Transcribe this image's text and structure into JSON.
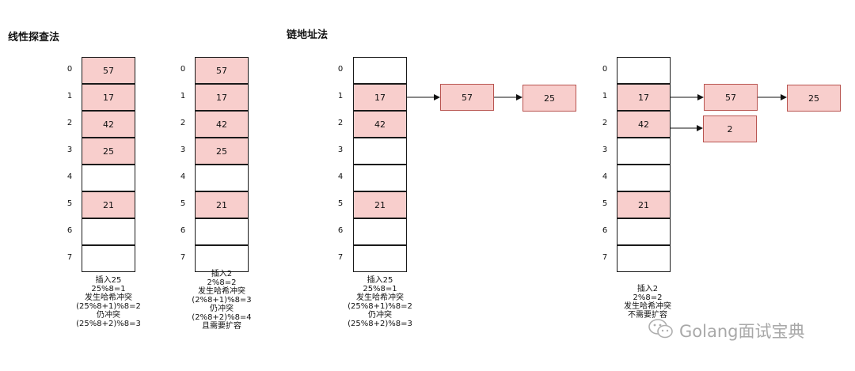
{
  "titles": {
    "linear_probing": "线性探查法",
    "chaining": "链地址法"
  },
  "indices": [
    "0",
    "1",
    "2",
    "3",
    "4",
    "5",
    "6",
    "7"
  ],
  "diagram1": {
    "cells": [
      "57",
      "17",
      "42",
      "25",
      "",
      "21",
      "",
      ""
    ]
  },
  "diagram2": {
    "cells": [
      "57",
      "17",
      "42",
      "25",
      "",
      "21",
      "",
      ""
    ]
  },
  "diagram3": {
    "cells": [
      "",
      "17",
      "42",
      "",
      "",
      "21",
      "",
      ""
    ],
    "chain_row1": [
      "57",
      "25"
    ]
  },
  "diagram4": {
    "cells": [
      "",
      "17",
      "42",
      "",
      "",
      "21",
      "",
      ""
    ],
    "chain_row1": [
      "57",
      "25"
    ],
    "chain_row2": [
      "2"
    ]
  },
  "notes": {
    "diagram1": [
      "插入25",
      "25%8=1",
      "发生哈希冲突",
      "(25%8+1)%8=2",
      "仍冲突",
      "(25%8+2)%8=3"
    ],
    "diagram2": [
      "插入2",
      "2%8=2",
      "发生哈希冲突",
      "(2%8+1)%8=3",
      "仍冲突",
      "(2%8+2)%8=4",
      "且需要扩容"
    ],
    "diagram3": [
      "插入25",
      "25%8=1",
      "发生哈希冲突",
      "(25%8+1)%8=2",
      "仍冲突",
      "(25%8+2)%8=3"
    ],
    "diagram4": [
      "插入2",
      "2%8=2",
      "发生哈希冲突",
      "不需要扩容"
    ]
  },
  "watermark": {
    "text": "Golang面试宝典",
    "icon": "wechat-icon"
  }
}
